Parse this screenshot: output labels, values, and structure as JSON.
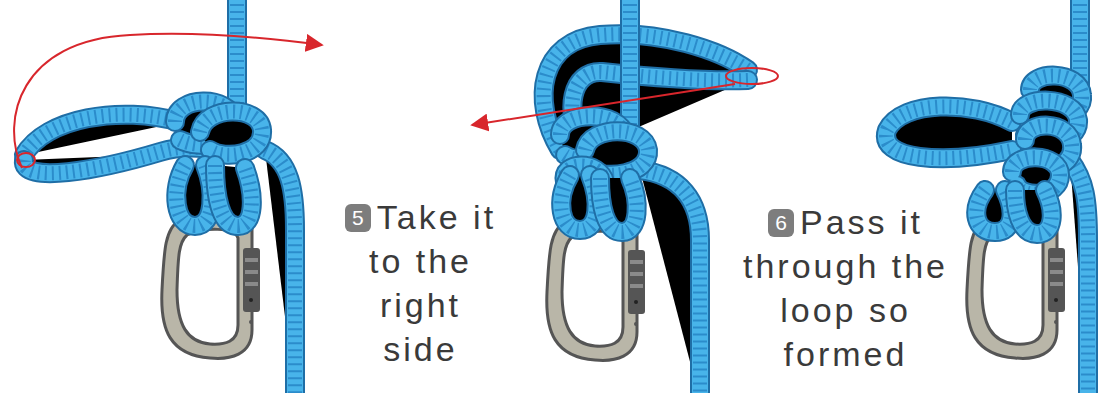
{
  "diagram": {
    "labels": [
      "5",
      "Take it to the right side",
      "6",
      "Pass it through the loop so formed"
    ]
  }
}
